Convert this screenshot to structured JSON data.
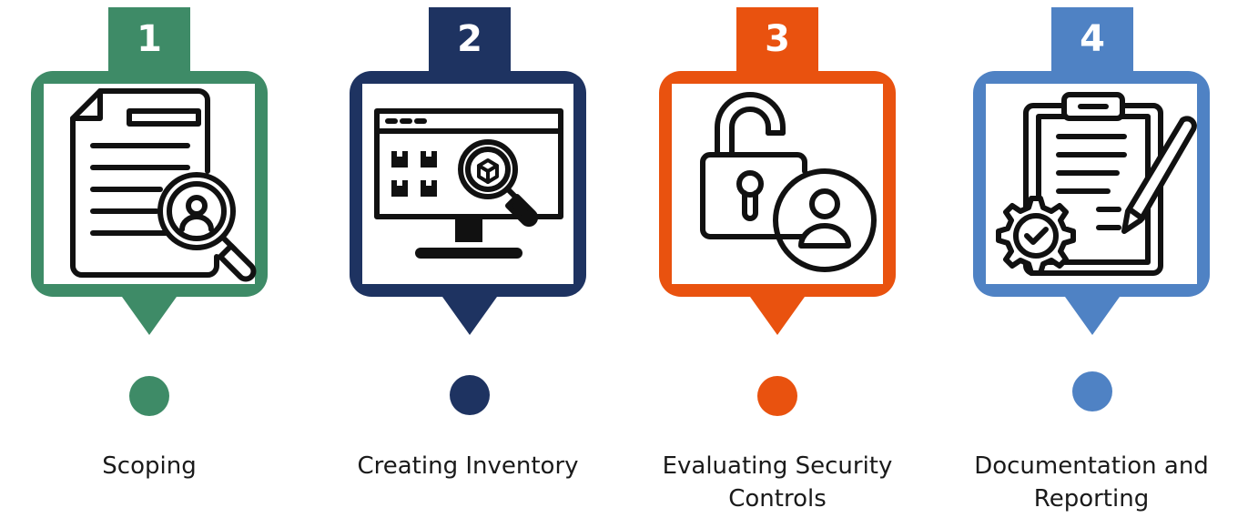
{
  "colors": {
    "step1": "#3e8b67",
    "step2": "#1e3361",
    "step3": "#e9520f",
    "step4": "#4f82c4",
    "icon_stroke": "#111111"
  },
  "steps": [
    {
      "number": "1",
      "label": "Scoping",
      "color": "#3e8b67",
      "icon": "document-search-icon"
    },
    {
      "number": "2",
      "label": "Creating Inventory",
      "color": "#1e3361",
      "icon": "monitor-inventory-search-icon"
    },
    {
      "number": "3",
      "label": "Evaluating Security Controls",
      "color": "#e9520f",
      "icon": "unlocked-padlock-user-icon"
    },
    {
      "number": "4",
      "label": "Documentation and Reporting",
      "color": "#4f82c4",
      "icon": "clipboard-pencil-gear-icon"
    }
  ]
}
